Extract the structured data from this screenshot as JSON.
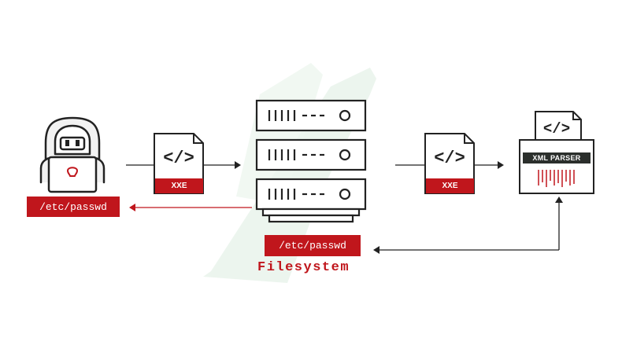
{
  "diagram": {
    "caption": "Filesystem",
    "labels": {
      "attacker_path": "/etc/passwd",
      "filesystem_path": "/etc/passwd"
    },
    "files": {
      "left_tag": "XXE",
      "right_tag": "XXE",
      "left_glyph": "</>",
      "right_glyph": "</>",
      "parser_glyph": "</>"
    },
    "parser_label": "XML PARSER",
    "icons": [
      "hacker-icon",
      "xml-file-icon",
      "server-stack-icon",
      "xml-file-icon",
      "xml-parser-shredder-icon"
    ],
    "colors": {
      "accent": "#c0161c",
      "ink": "#222222",
      "background_shape": "#e8f2ea"
    }
  }
}
